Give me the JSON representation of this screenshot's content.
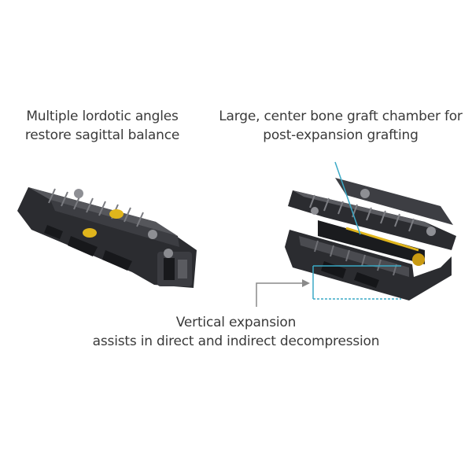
{
  "callouts": {
    "lordotic": {
      "line1": "Multiple lordotic angles",
      "line2": "restore sagittal balance"
    },
    "graft": {
      "line1": "Large, center bone graft chamber for",
      "line2": "post-expansion grafting"
    },
    "expansion": {
      "line1": "Vertical expansion",
      "line2": "assists in direct and indirect decompression"
    }
  },
  "colors": {
    "background": "#ffffff",
    "implant_dark": "#2b2c30",
    "implant_mid": "#4a4b50",
    "implant_light": "#6d6e73",
    "gold_accent": "#e0b51c",
    "leader_line": "#3aa9c6",
    "arrow_gray": "#8a8a8a"
  }
}
